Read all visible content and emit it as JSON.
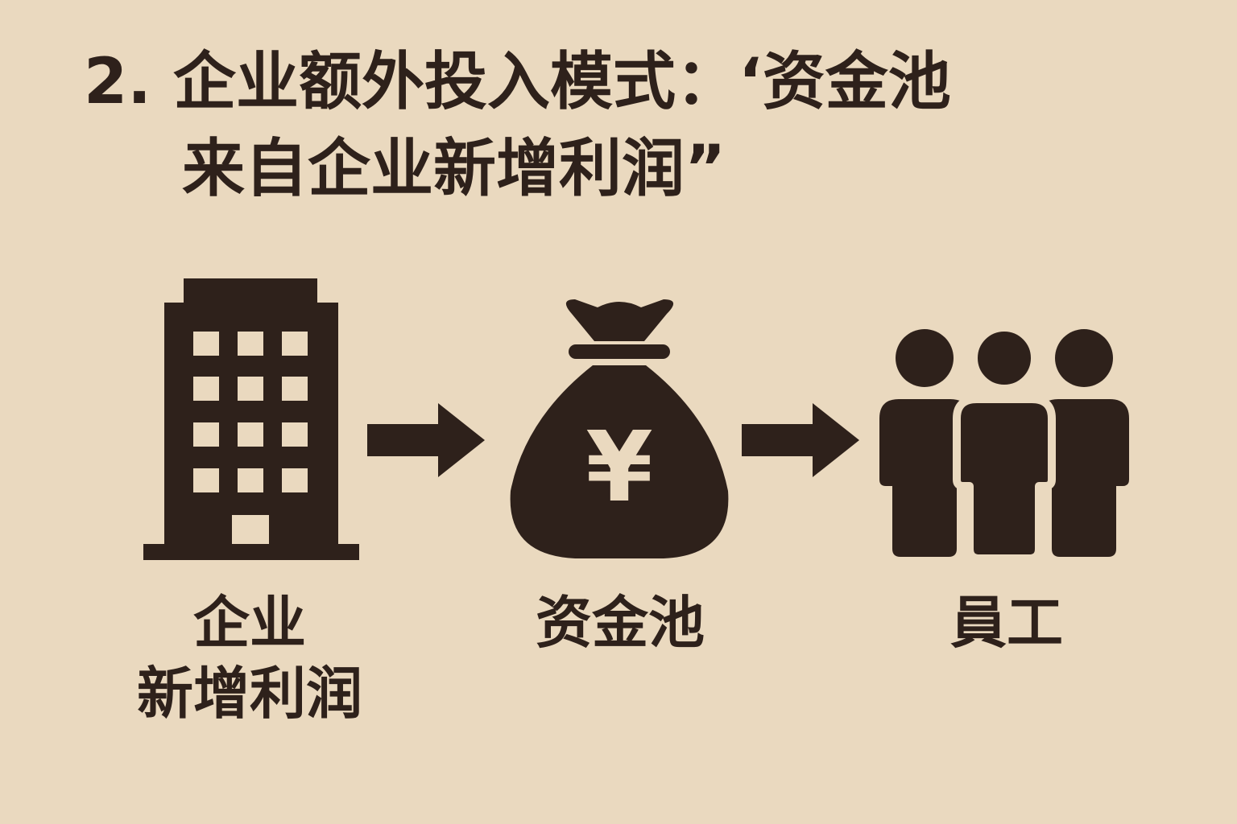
{
  "title": {
    "line1": "2. 企业额外投入模式：‘资金池",
    "line2": "来自企业新增利润”"
  },
  "nodes": {
    "company": {
      "icon": "building-icon",
      "label_line1": "企业",
      "label_line2": "新增利润"
    },
    "pool": {
      "icon": "money-bag-icon",
      "currency_symbol": "¥",
      "label": "资金池"
    },
    "staff": {
      "icon": "people-icon",
      "label": "員工"
    }
  },
  "flow": [
    "company",
    "pool",
    "staff"
  ],
  "colors": {
    "background": "#ead9bf",
    "foreground": "#2e211b"
  }
}
